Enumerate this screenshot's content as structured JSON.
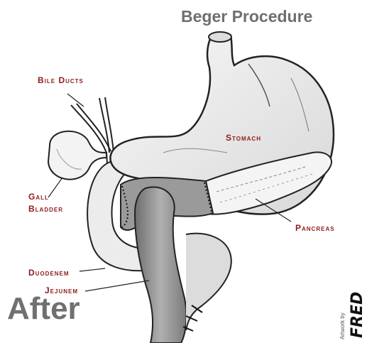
{
  "title": "Beger Procedure",
  "caption": "After",
  "labels": {
    "bile_ducts": "Bile Ducts",
    "stomach": "Stomach",
    "gall": "Gall",
    "bladder": "Bladder",
    "pancreas": "Pancreas",
    "duodenem": "Duodenem",
    "jejunem": "Jejunem"
  },
  "artist": {
    "credit": "Artwork by",
    "signature": "FRED"
  },
  "colors": {
    "label": "#8e1b1b",
    "title": "#6f6f6f",
    "organ_fill": "#efefef",
    "jejunum_fill": "#8c8c8c"
  }
}
